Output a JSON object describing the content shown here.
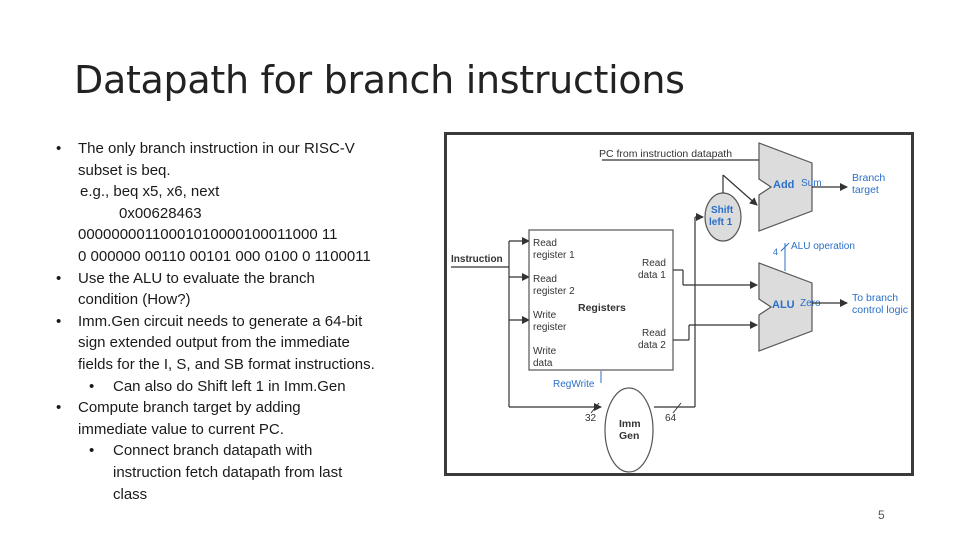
{
  "title": "Datapath for branch instructions",
  "bullets": {
    "b1_l1": "The only branch instruction in our RISC-V",
    "b1_l2": "subset is beq.",
    "ex_l1": "e.g.,  beq  x5, x6, next",
    "ex_l2": "0x00628463",
    "ex_l3": "00000000110001010000100011000 11",
    "ex_l4": "0 000000 00110 00101 000 0100 0 1100011",
    "b2_l1": "Use the ALU to evaluate the branch",
    "b2_l2": "condition (How?)",
    "b3_l1": "Imm.Gen circuit needs to generate a 64-bit",
    "b3_l2": "sign extended output from the immediate",
    "b3_l3": "fields for the I, S, and SB format instructions.",
    "b3_s1": "Can also do Shift left 1 in Imm.Gen",
    "b4_l1": "Compute branch target by adding",
    "b4_l2": "immediate value to current PC.",
    "b4_s1_l1": "Connect branch datapath with",
    "b4_s1_l2": "instruction fetch datapath from last",
    "b4_s1_l3": "class",
    "bullet_char": "•"
  },
  "diagram": {
    "pc_label": "PC from instruction datapath",
    "add_label": "Add",
    "sum_label": "Sum",
    "branch_target_l1": "Branch",
    "branch_target_l2": "target",
    "shift_l1": "Shift",
    "shift_l2": "left 1",
    "alu_op_num": "4",
    "alu_op_label": "ALU operation",
    "instruction_label": "Instruction",
    "read_reg1_l1": "Read",
    "read_reg1_l2": "register 1",
    "read_reg2_l1": "Read",
    "read_reg2_l2": "register 2",
    "write_reg_l1": "Write",
    "write_reg_l2": "register",
    "write_data_l1": "Write",
    "write_data_l2": "data",
    "registers_label": "Registers",
    "read_data1_l1": "Read",
    "read_data1_l2": "data 1",
    "read_data2_l1": "Read",
    "read_data2_l2": "data 2",
    "alu_label": "ALU",
    "zero_label": "Zero",
    "control_l1": "To branch",
    "control_l2": "control logic",
    "regwrite_label": "RegWrite",
    "imm_l1": "Imm",
    "imm_l2": "Gen",
    "bits_in": "32",
    "bits_out": "64"
  },
  "colors": {
    "diagram_blue": "#2a6fc9",
    "line_dark": "#333333",
    "shade": "#dcdcdc"
  },
  "page_number": "5"
}
